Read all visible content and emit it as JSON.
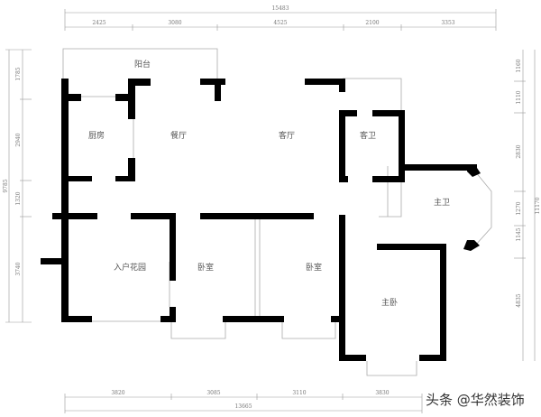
{
  "plan": {
    "dimensions": {
      "top_total": "15483",
      "top_segments": [
        "2425",
        "3080",
        "4525",
        "2100",
        "3353"
      ],
      "left_total": "9785",
      "left_segments": [
        "1785",
        "2940",
        "1320",
        "3740"
      ],
      "right_total": "11170",
      "right_segments": [
        "1160",
        "1110",
        "2830",
        "1270",
        "1145",
        "4835"
      ],
      "bottom_total": "13665",
      "bottom_segments": [
        "3820",
        "3085",
        "3110",
        "3830"
      ]
    },
    "rooms": {
      "balcony": "阳台",
      "kitchen": "厨房",
      "dining": "餐厅",
      "living": "客厅",
      "guest_bath": "客卫",
      "master_bath": "主卫",
      "entry_garden": "入户花园",
      "bedroom1": "卧室",
      "bedroom2": "卧室",
      "master_bedroom": "主卧"
    },
    "colors": {
      "wall": "#000000",
      "line": "#999999",
      "text": "#555555"
    }
  },
  "watermark": "头条 @华然装饰"
}
